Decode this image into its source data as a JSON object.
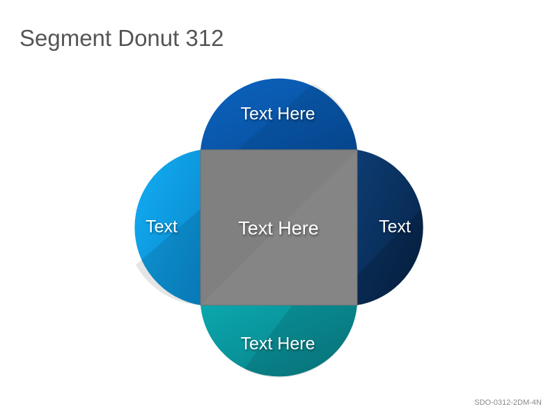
{
  "title": "Segment Donut 312",
  "footer_code": "SDO-0312-2DM-4N",
  "center": {
    "label": "Text Here",
    "color": "#808080"
  },
  "segments": {
    "top": {
      "label": "Text Here",
      "color": "#0a5ab0"
    },
    "left": {
      "label": "Text",
      "color": "#0ca2ea"
    },
    "right": {
      "label": "Text",
      "color": "#0a3566"
    },
    "bottom": {
      "label": "Text Here",
      "color": "#0a9aa0"
    }
  }
}
